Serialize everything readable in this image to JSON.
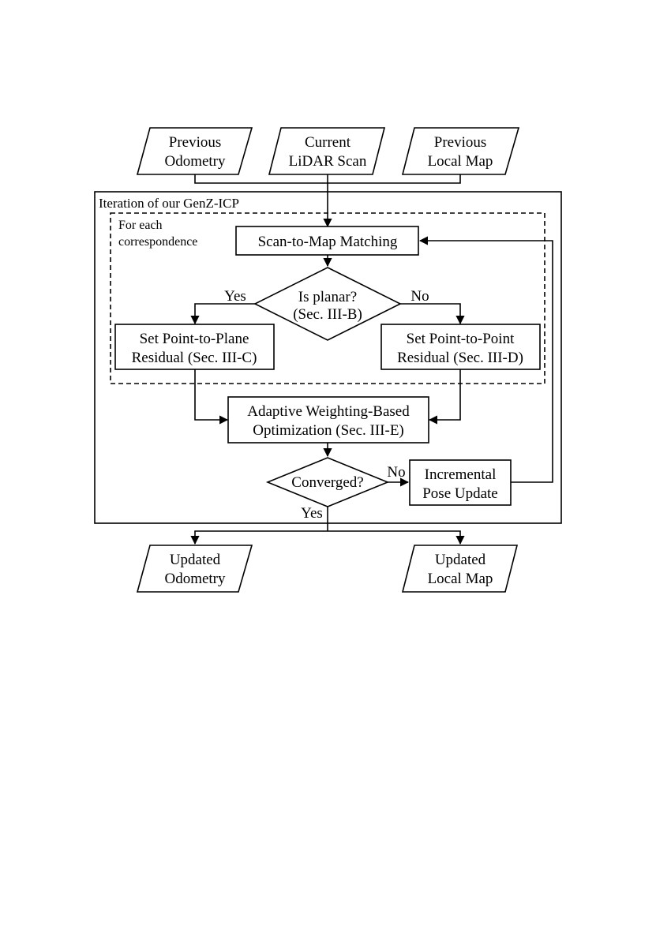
{
  "inputs": {
    "prev_odometry": [
      "Previous",
      "Odometry"
    ],
    "lidar_scan": [
      "Current",
      "LiDAR Scan"
    ],
    "prev_local_map": [
      "Previous",
      "Local Map"
    ]
  },
  "iteration_label": "Iteration of our GenZ-ICP",
  "correspondence_label": [
    "For each",
    "correspondence"
  ],
  "scan_to_map": "Scan-to-Map Matching",
  "is_planar": [
    "Is planar?",
    "(Sec. III-B)"
  ],
  "branch_yes": "Yes",
  "branch_no": "No",
  "point_to_plane": [
    "Set Point-to-Plane",
    "Residual (Sec. III-C)"
  ],
  "point_to_point": [
    "Set Point-to-Point",
    "Residual (Sec. III-D)"
  ],
  "optimization": [
    "Adaptive Weighting-Based",
    "Optimization (Sec. III-E)"
  ],
  "converged": "Converged?",
  "converged_no": "No",
  "converged_yes": "Yes",
  "pose_update": [
    "Incremental",
    "Pose Update"
  ],
  "outputs": {
    "updated_odometry": [
      "Updated",
      "Odometry"
    ],
    "updated_local_map": [
      "Updated",
      "Local Map"
    ]
  }
}
